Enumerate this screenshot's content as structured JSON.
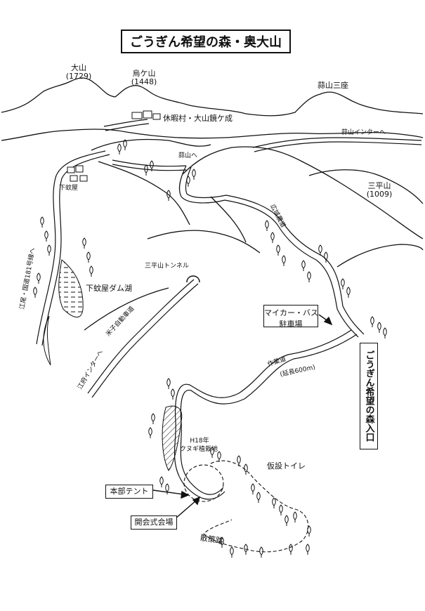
{
  "title": "ごうぎん希望の森・奥大山",
  "peaks": {
    "daisen": {
      "name": "大山",
      "elev": "(1729)"
    },
    "karasugasen": {
      "name": "烏ケ山",
      "elev": "(1448)"
    },
    "hiruzen": {
      "name": "蒜山三座"
    },
    "sanpeizan": {
      "name": "三平山",
      "elev": "(1009)"
    }
  },
  "labels": {
    "resort": "休暇村・大山鏡ケ成",
    "to_hiruzen_ic": "蒜山インターへ",
    "to_hiruzen": "蒜山へ",
    "shimokayaya": "下蚊屋",
    "dam_lake": "下蚊屋ダム湖",
    "route181": "江尾・国道181号線へ",
    "tunnel": "三平山トンネル",
    "expressway": "米子自動車道",
    "to_kofu_ic": "江府インターへ",
    "koiki_road": "広域農道",
    "work_road": "作業道",
    "work_road_len": "(延長600m)",
    "kunugi_year": "H18年",
    "kunugi": "クヌギ植栽地",
    "toilet": "仮設トイレ",
    "trail": "散策路"
  },
  "boxes": {
    "parking_line1": "マイカー・バス",
    "parking_line2": "駐車場",
    "entrance": "ごうぎん希望の森入口",
    "hq_tent": "本部テント",
    "ceremony": "開会式会場"
  }
}
